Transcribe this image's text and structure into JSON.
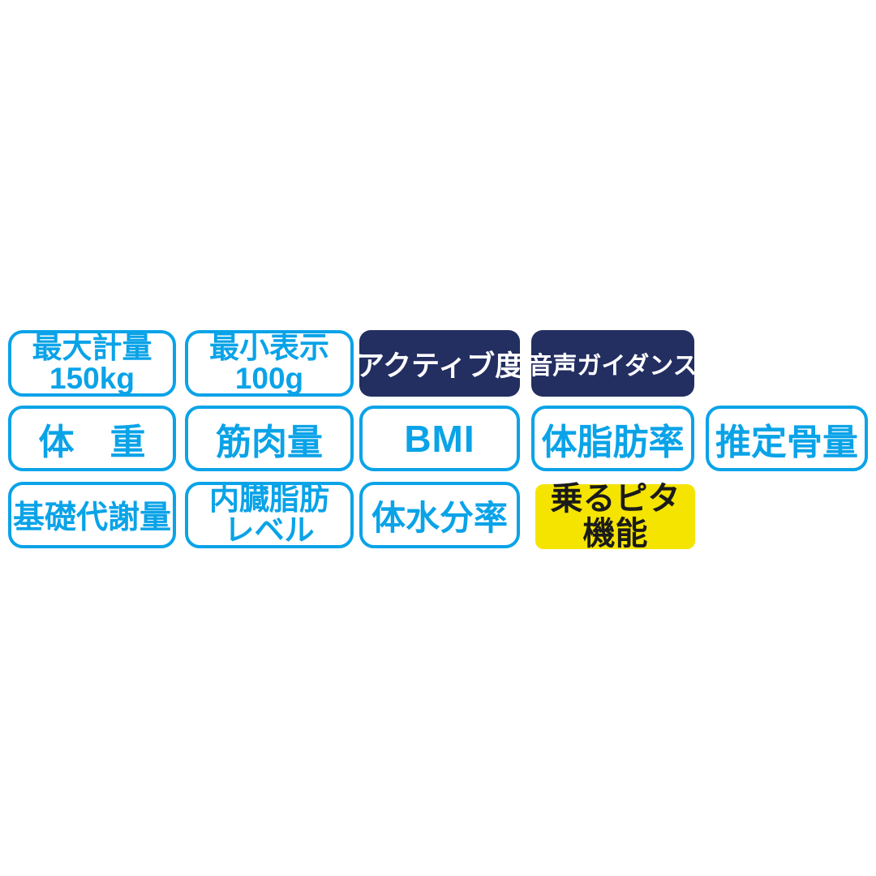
{
  "colors": {
    "cyan": "#0aa3e8",
    "navy": "#232e61",
    "yellow": "#f5e400",
    "dark": "#1a1a1a",
    "white": "#ffffff",
    "background": "#ffffff"
  },
  "badges": {
    "max_capacity": {
      "line1": "最大計量",
      "line2": "150kg"
    },
    "min_display": {
      "line1": "最小表示",
      "line2": "100g"
    },
    "active_level": {
      "label": "アクティブ度"
    },
    "voice_guidance": {
      "label": "音声ガイダンス"
    },
    "weight": {
      "label": "体　重"
    },
    "muscle_mass": {
      "label": "筋肉量"
    },
    "bmi": {
      "label": "BMI"
    },
    "body_fat_percentage": {
      "label": "体脂肪率"
    },
    "estimated_bone_mass": {
      "label": "推定骨量"
    },
    "basal_metabolism": {
      "label": "基礎代謝量"
    },
    "visceral_fat": {
      "line1": "内臓脂肪",
      "line2": "レベル"
    },
    "body_water_percentage": {
      "label": "体水分率"
    },
    "step_on_function": {
      "line1": "乗るピタ",
      "line2": "機能"
    }
  }
}
